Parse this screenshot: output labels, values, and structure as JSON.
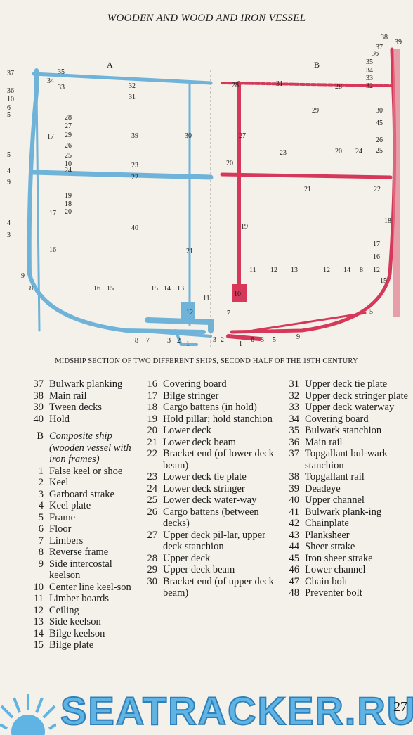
{
  "page": {
    "title": "WOODEN AND WOOD AND IRON VESSEL",
    "caption": "MIDSHIP SECTION OF TWO DIFFERENT SHIPS, SECOND HALF OF THE 19TH CENTURY",
    "page_number": "27"
  },
  "figure": {
    "side_a": "A",
    "side_b": "B",
    "colors": {
      "side_a": "#6fb3d9",
      "side_b": "#d7385a"
    },
    "labels_a": [
      "37",
      "35",
      "34",
      "33",
      "32",
      "31",
      "36",
      "10",
      "6",
      "5",
      "28",
      "27",
      "17",
      "29",
      "26",
      "25",
      "39",
      "30",
      "5",
      "10",
      "4",
      "24",
      "9",
      "23",
      "22",
      "19",
      "18",
      "17",
      "20",
      "4",
      "3",
      "40",
      "16",
      "21",
      "9",
      "8",
      "16",
      "15",
      "15",
      "14",
      "13",
      "12",
      "11",
      "8",
      "7",
      "3",
      "2",
      "1"
    ],
    "labels_b": [
      "38",
      "39",
      "37",
      "36",
      "35",
      "34",
      "33",
      "32",
      "28",
      "31",
      "28",
      "29",
      "30",
      "45",
      "26",
      "25",
      "27",
      "20",
      "23",
      "20",
      "24",
      "21",
      "22",
      "18",
      "19",
      "17",
      "16",
      "11",
      "12",
      "13",
      "12",
      "14",
      "8",
      "12",
      "15",
      "5",
      "10",
      "7",
      "3",
      "2",
      "3",
      "5",
      "6",
      "9",
      "1"
    ]
  },
  "legend": {
    "col1": [
      {
        "num": "37",
        "text": "Bulwark planking"
      },
      {
        "num": "38",
        "text": "Main rail"
      },
      {
        "num": "39",
        "text": "Tween decks"
      },
      {
        "num": "40",
        "text": "Hold"
      },
      {
        "num": "",
        "text": ""
      },
      {
        "num": "B",
        "text": "Composite ship (wooden vessel with iron frames)",
        "heading": true
      },
      {
        "num": "1",
        "text": "False keel or shoe"
      },
      {
        "num": "2",
        "text": "Keel"
      },
      {
        "num": "3",
        "text": "Garboard strake"
      },
      {
        "num": "4",
        "text": "Keel plate"
      },
      {
        "num": "5",
        "text": "Frame"
      },
      {
        "num": "6",
        "text": "Floor"
      },
      {
        "num": "7",
        "text": "Limbers"
      },
      {
        "num": "8",
        "text": "Reverse frame"
      },
      {
        "num": "9",
        "text": "Side intercostal keelson"
      },
      {
        "num": "10",
        "text": "Center line keel-son"
      },
      {
        "num": "11",
        "text": "Limber boards"
      },
      {
        "num": "12",
        "text": "Ceiling"
      },
      {
        "num": "13",
        "text": "Side keelson"
      },
      {
        "num": "14",
        "text": "Bilge keelson"
      },
      {
        "num": "15",
        "text": "Bilge plate"
      }
    ],
    "col2": [
      {
        "num": "16",
        "text": "Covering board"
      },
      {
        "num": "17",
        "text": "Bilge stringer"
      },
      {
        "num": "18",
        "text": "Cargo battens (in hold)"
      },
      {
        "num": "19",
        "text": "Hold pillar; hold stanchion"
      },
      {
        "num": "20",
        "text": "Lower deck"
      },
      {
        "num": "21",
        "text": "Lower deck beam"
      },
      {
        "num": "22",
        "text": "Bracket end (of lower deck beam)"
      },
      {
        "num": "23",
        "text": "Lower deck tie plate"
      },
      {
        "num": "24",
        "text": "Lower deck stringer"
      },
      {
        "num": "25",
        "text": "Lower deck water-way"
      },
      {
        "num": "26",
        "text": "Cargo battens (between decks)"
      },
      {
        "num": "27",
        "text": "Upper deck pil-lar, upper deck stanchion"
      },
      {
        "num": "28",
        "text": "Upper deck"
      },
      {
        "num": "29",
        "text": "Upper deck beam"
      },
      {
        "num": "30",
        "text": "Bracket end (of upper deck beam)"
      }
    ],
    "col3": [
      {
        "num": "31",
        "text": "Upper deck tie plate"
      },
      {
        "num": "32",
        "text": "Upper deck stringer plate"
      },
      {
        "num": "33",
        "text": "Upper deck waterway"
      },
      {
        "num": "34",
        "text": "Covering board"
      },
      {
        "num": "35",
        "text": "Bulwark stanchion"
      },
      {
        "num": "36",
        "text": "Main rail"
      },
      {
        "num": "37",
        "text": "Topgallant bul-wark stanchion"
      },
      {
        "num": "38",
        "text": "Topgallant rail"
      },
      {
        "num": "39",
        "text": "Deadeye"
      },
      {
        "num": "40",
        "text": "Upper channel"
      },
      {
        "num": "41",
        "text": "Bulwark plank-ing"
      },
      {
        "num": "42",
        "text": "Chainplate"
      },
      {
        "num": "43",
        "text": "Planksheer"
      },
      {
        "num": "44",
        "text": "Sheer strake"
      },
      {
        "num": "45",
        "text": "Iron sheer strake"
      },
      {
        "num": "46",
        "text": "Lower channel"
      },
      {
        "num": "47",
        "text": "Chain bolt"
      },
      {
        "num": "48",
        "text": "Preventer bolt"
      }
    ]
  },
  "watermark": {
    "text": "SEATRACKER.RU",
    "icon": "sun-logo-icon",
    "color": "#5fb4e4"
  }
}
